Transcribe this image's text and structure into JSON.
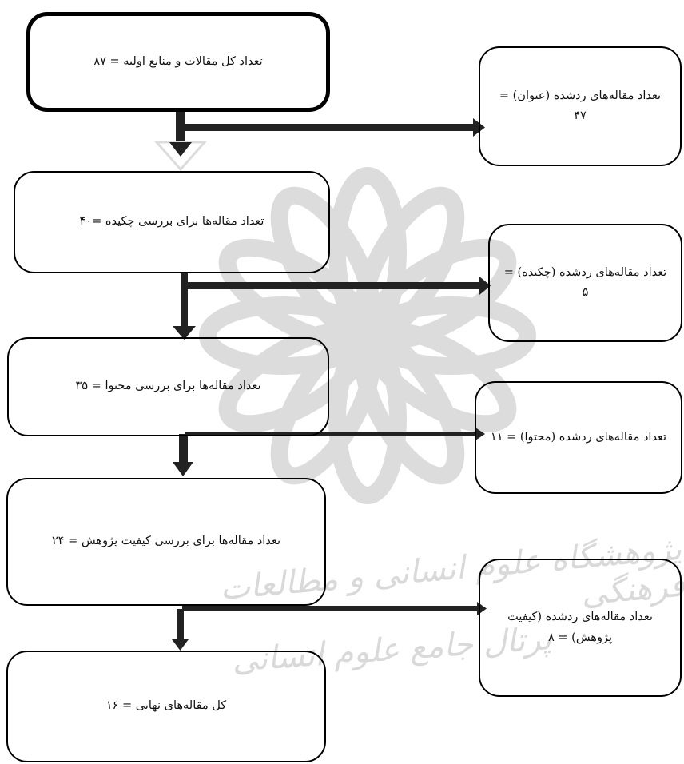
{
  "main_flow": [
    {
      "id": "total",
      "text": "تعداد کل مقالات و منابع اولیه = ۸۷"
    },
    {
      "id": "abstract_review",
      "text": "تعداد مقاله‌ها برای بررسی چکیده =۴۰"
    },
    {
      "id": "content_review",
      "text": "تعداد مقاله‌ها برای بررسی محتوا = ۳۵"
    },
    {
      "id": "quality_review",
      "text": "تعداد مقاله‌ها برای بررسی کیفیت پژوهش = ۲۴"
    },
    {
      "id": "final",
      "text": "کل مقاله‌های نهایی = ۱۶"
    }
  ],
  "rejected": [
    {
      "id": "rejected_title",
      "line1": "تعداد مقاله‌های ردشده (عنوان) =",
      "line2": "۴۷"
    },
    {
      "id": "rejected_abstract",
      "line1": "تعداد مقاله‌های ردشده (چکیده) =",
      "line2": "۵"
    },
    {
      "id": "rejected_content",
      "line1": "تعداد مقاله‌های ردشده (محتوا) = ۱۱",
      "line2": ""
    },
    {
      "id": "rejected_quality",
      "line1": "تعداد مقاله‌های ردشده (کیفیت",
      "line2": "پژوهش) = ۸"
    }
  ],
  "watermark": {
    "line1": "پژوهشگاه علوم انسانی و مطالعات فرهنگی",
    "line2": "پرتال جامع علوم انسانی"
  },
  "colors": {
    "border": "#000000",
    "arrow": "#222222",
    "watermark": "#d9d9d9"
  }
}
